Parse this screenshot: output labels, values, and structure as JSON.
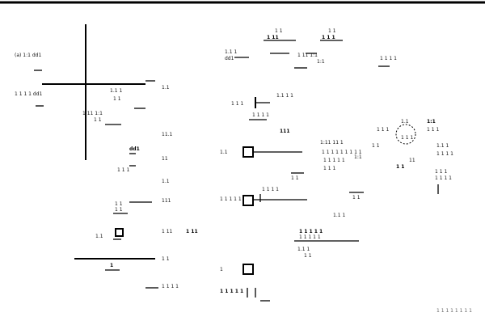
{
  "labels": {
    "a01": "(a) 1:1 dd1",
    "a02": "1 1 1 1 dd1",
    "a03": "1.1 1",
    "a04": "1 11 1:1",
    "a05": "1 1",
    "a06": "1 1",
    "a07": "1.1",
    "a08": "11.1",
    "a09": "11",
    "a10": "1.1",
    "a11": "dd1",
    "a12": "1 1 1",
    "a13": "1 1",
    "a14": "1 1",
    "a15": "111",
    "a16": "1.1",
    "a17": "1 11",
    "a18": "1 11",
    "a19": "1 1",
    "a20": "1",
    "a21": "1 1 1 1",
    "a22": "1.1 1",
    "a23": "dd1",
    "a24": "1 1",
    "a25": "1 11",
    "a26": "1 1",
    "a27": "1 1 1",
    "a28": "1 11 1:1",
    "a29": "1:1",
    "a30": "1 1 1 1",
    "a31": "1.1 1 1",
    "a32": "1 1 1",
    "a33": "1 1 1 1",
    "a34": "111",
    "a35": "1.1",
    "a36": "1 1 1 1 1 1 1 1 1",
    "a37": "1 1 1 1 1",
    "a38": "1 1 1",
    "a39": "1 1",
    "a40": "1:1",
    "a41": "1 1 1 1 1",
    "a42": "1 1 1 1",
    "a43": "1 1",
    "a44": "1.1 1",
    "a45": "1 1 1 1 1",
    "a46": "1 1 1 1 1",
    "a47": "1.1 1",
    "a48": "1 1",
    "a49": "1",
    "a50": "1 1 1 1 1",
    "a51": "1 1 1",
    "a52": "1 1",
    "a53": "1.1",
    "a54": "1 1 1",
    "a55": "1:1",
    "a56": "1 1 1",
    "a57": "1.1 1",
    "a58": "1 1 1 1",
    "a59": "1 1",
    "a60": "11",
    "a61": "1 1 1",
    "a62": "1 1 1 1",
    "a63": "1:11 11 1",
    "a64": "1 1 1 1 1 1 1 1"
  }
}
